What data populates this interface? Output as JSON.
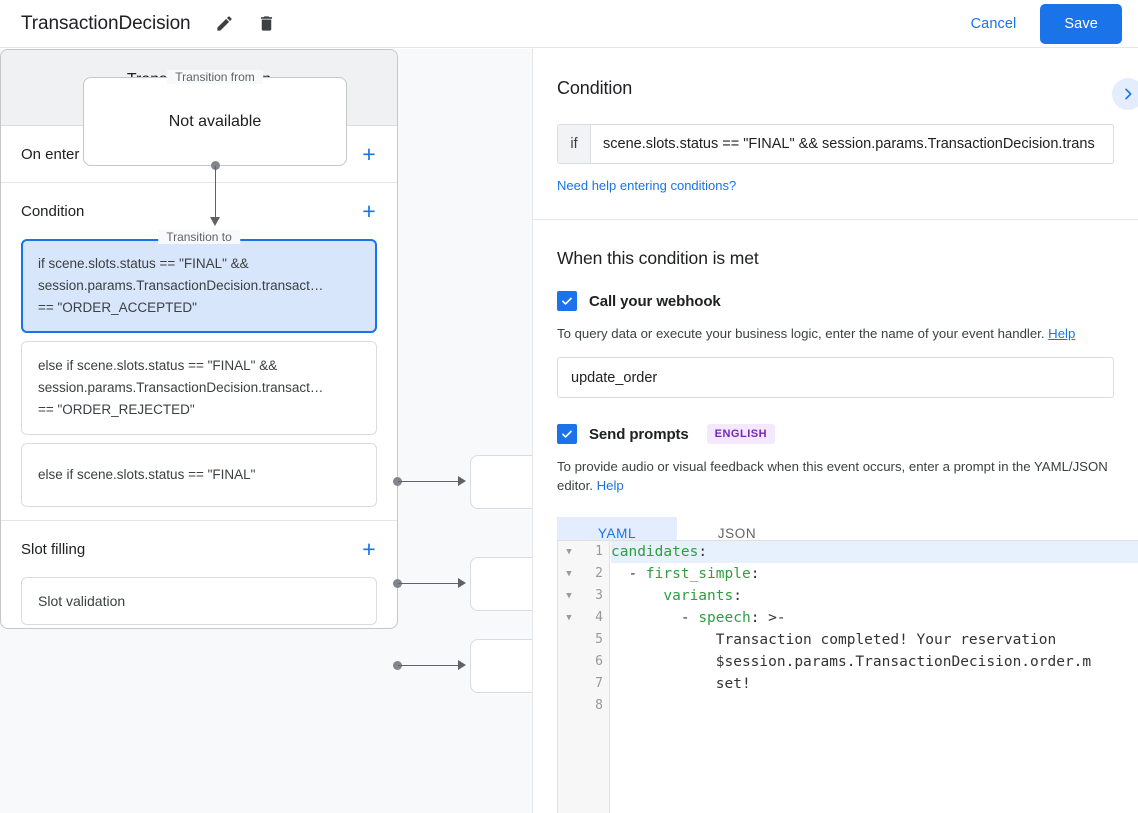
{
  "topbar": {
    "title": "TransactionDecision",
    "edit_icon": "pencil-icon",
    "delete_icon": "trash-icon",
    "cancel_label": "Cancel",
    "save_label": "Save",
    "accent_color": "#1a73e8"
  },
  "graph": {
    "transition_from": {
      "legend": "Transition from",
      "value": "Not available"
    },
    "transition_to": {
      "legend": "Transition to",
      "name": "TransactionDecision",
      "type": "Scene"
    },
    "sections": [
      {
        "label": "On enter",
        "add_icon": "plus-icon"
      },
      {
        "label": "Condition",
        "add_icon": "plus-icon"
      },
      {
        "label": "Slot filling",
        "add_icon": "plus-icon"
      }
    ],
    "conditions": [
      {
        "selected": true,
        "line1": "if scene.slots.status == \"FINAL\" &&",
        "line2": "session.params.TransactionDecision.transact…",
        "line3": "== \"ORDER_ACCEPTED\""
      },
      {
        "selected": false,
        "line1": "else if scene.slots.status == \"FINAL\" &&",
        "line2": "session.params.TransactionDecision.transact…",
        "line3": "== \"ORDER_REJECTED\""
      },
      {
        "selected": false,
        "line1": "else if scene.slots.status == \"FINAL\"",
        "line2": "",
        "line3": ""
      }
    ],
    "slot_filling_item": "Slot validation"
  },
  "right": {
    "condition": {
      "title": "Condition",
      "expand_icon": "chevron-right-icon",
      "if_label": "if",
      "expression": "scene.slots.status == \"FINAL\" && session.params.TransactionDecision.trans",
      "help_link": "Need help entering conditions?"
    },
    "when_met": {
      "heading": "When this condition is met",
      "webhook": {
        "checked": true,
        "label": "Call your webhook",
        "description": "To query data or execute your business logic, enter the name of your event handler.",
        "help_label": "Help",
        "handler_value": "update_order"
      },
      "prompts": {
        "checked": true,
        "label": "Send prompts",
        "badge": "ENGLISH",
        "badge_bg": "#f3e8fd",
        "badge_fg": "#7627bb",
        "description": "To provide audio or visual feedback when this event occurs, enter a prompt in the YAML/JSON editor.",
        "help_label": "Help",
        "tabs": [
          {
            "label": "YAML",
            "active": true
          },
          {
            "label": "JSON",
            "active": false
          }
        ]
      }
    },
    "editor": {
      "language": "yaml",
      "active_line": 1,
      "lines": [
        {
          "n": 1,
          "fold": true,
          "text": "candidates:",
          "key": "candidates",
          "indent": 0
        },
        {
          "n": 2,
          "fold": true,
          "text": "  - first_simple:",
          "key": "first_simple",
          "indent": 1
        },
        {
          "n": 3,
          "fold": true,
          "text": "      variants:",
          "key": "variants",
          "indent": 3
        },
        {
          "n": 4,
          "fold": true,
          "text": "        - speech: >-",
          "key": "speech",
          "indent": 4
        },
        {
          "n": 5,
          "fold": false,
          "text": "            Transaction completed! Your reservation",
          "key": "",
          "indent": 6
        },
        {
          "n": 6,
          "fold": false,
          "text": "            $session.params.TransactionDecision.order.m",
          "key": "",
          "indent": 6
        },
        {
          "n": 7,
          "fold": false,
          "text": "            set!",
          "key": "",
          "indent": 6
        },
        {
          "n": 8,
          "fold": false,
          "text": "",
          "key": "",
          "indent": 0
        }
      ]
    }
  }
}
